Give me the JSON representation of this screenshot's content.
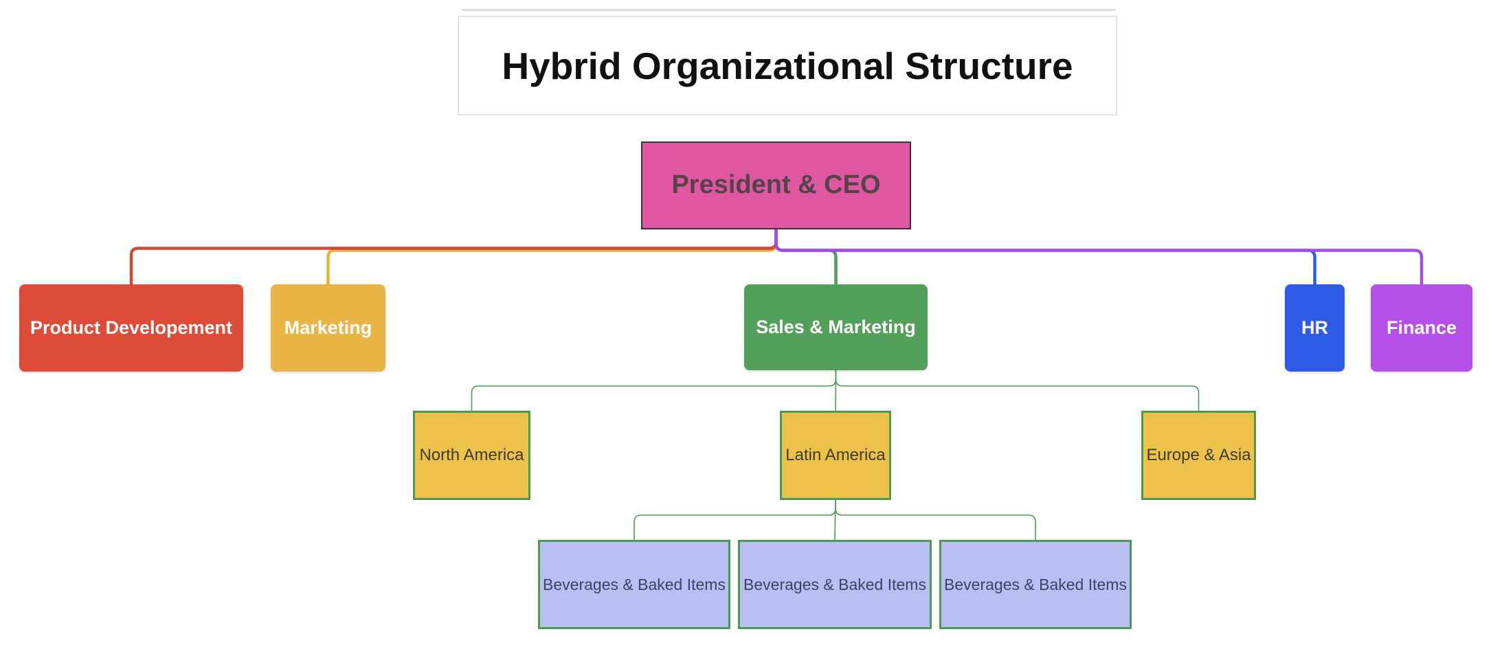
{
  "title_card": {
    "text": "Hybrid Organizational Structure"
  },
  "nodes": [
    {
      "id": "president",
      "label": "President & CEO",
      "fill": "#df57a0",
      "border_color": "#372d33",
      "text_color": "#544349",
      "bold": true
    },
    {
      "id": "product-development",
      "label": "Product Developement",
      "fill": "#dd4b39",
      "border_color": "",
      "text_color": "#ffffff",
      "bold": true
    },
    {
      "id": "marketing",
      "label": "Marketing",
      "fill": "#e9b546",
      "border_color": "",
      "text_color": "#ffffff",
      "bold": true
    },
    {
      "id": "sales-marketing",
      "label": "Sales & Marketing",
      "fill": "#53a05a",
      "border_color": "",
      "text_color": "#ffffff",
      "bold": true
    },
    {
      "id": "hr",
      "label": "HR",
      "fill": "#2d5be5",
      "border_color": "",
      "text_color": "#ffffff",
      "bold": true
    },
    {
      "id": "finance",
      "label": "Finance",
      "fill": "#b44fe8",
      "border_color": "",
      "text_color": "#ffffff",
      "bold": true
    },
    {
      "id": "north-america",
      "label": "North America",
      "fill": "#ecc24b",
      "border_color": "#4d9a51",
      "text_color": "#3e3b30",
      "bold": false
    },
    {
      "id": "latin-america",
      "label": "Latin America",
      "fill": "#ecc24b",
      "border_color": "#4d9a51",
      "text_color": "#3e3b30",
      "bold": false
    },
    {
      "id": "europe-asia",
      "label": "Europe & Asia",
      "fill": "#ecc24b",
      "border_color": "#4d9a51",
      "text_color": "#3e3b30",
      "bold": false
    },
    {
      "id": "beverages-1",
      "label": "Beverages & Baked Items",
      "fill": "#b9bef3",
      "border_color": "#4d9a51",
      "text_color": "#3d4363",
      "bold": false
    },
    {
      "id": "beverages-2",
      "label": "Beverages & Baked Items",
      "fill": "#b9bef3",
      "border_color": "#4d9a51",
      "text_color": "#3d4363",
      "bold": false
    },
    {
      "id": "beverages-3",
      "label": "Beverages & Baked Items",
      "fill": "#b9bef3",
      "border_color": "#4d9a51",
      "text_color": "#3d4363",
      "bold": false
    }
  ],
  "connectors": [
    {
      "from": "president",
      "to": "sales-marketing",
      "color": "#4f9e55",
      "weight": "thick"
    },
    {
      "from": "president",
      "to": "hr",
      "color": "#2b5ce5",
      "weight": "thick"
    },
    {
      "from": "president",
      "to": "marketing",
      "color": "#e5b23f",
      "weight": "thick"
    },
    {
      "from": "president",
      "to": "product-development",
      "color": "#cd4a38",
      "weight": "thick"
    },
    {
      "from": "president",
      "to": "finance",
      "color": "#a54de2",
      "weight": "thick"
    },
    {
      "from": "sales-marketing",
      "to": "north-america",
      "color": "#4e9b52",
      "weight": "thin"
    },
    {
      "from": "sales-marketing",
      "to": "latin-america",
      "color": "#4e9b52",
      "weight": "thin"
    },
    {
      "from": "sales-marketing",
      "to": "europe-asia",
      "color": "#4e9b52",
      "weight": "thin"
    },
    {
      "from": "latin-america",
      "to": "beverages-1",
      "color": "#4e9b52",
      "weight": "thin"
    },
    {
      "from": "latin-america",
      "to": "beverages-2",
      "color": "#4e9b52",
      "weight": "thin"
    },
    {
      "from": "latin-america",
      "to": "beverages-3",
      "color": "#4e9b52",
      "weight": "thin"
    }
  ]
}
